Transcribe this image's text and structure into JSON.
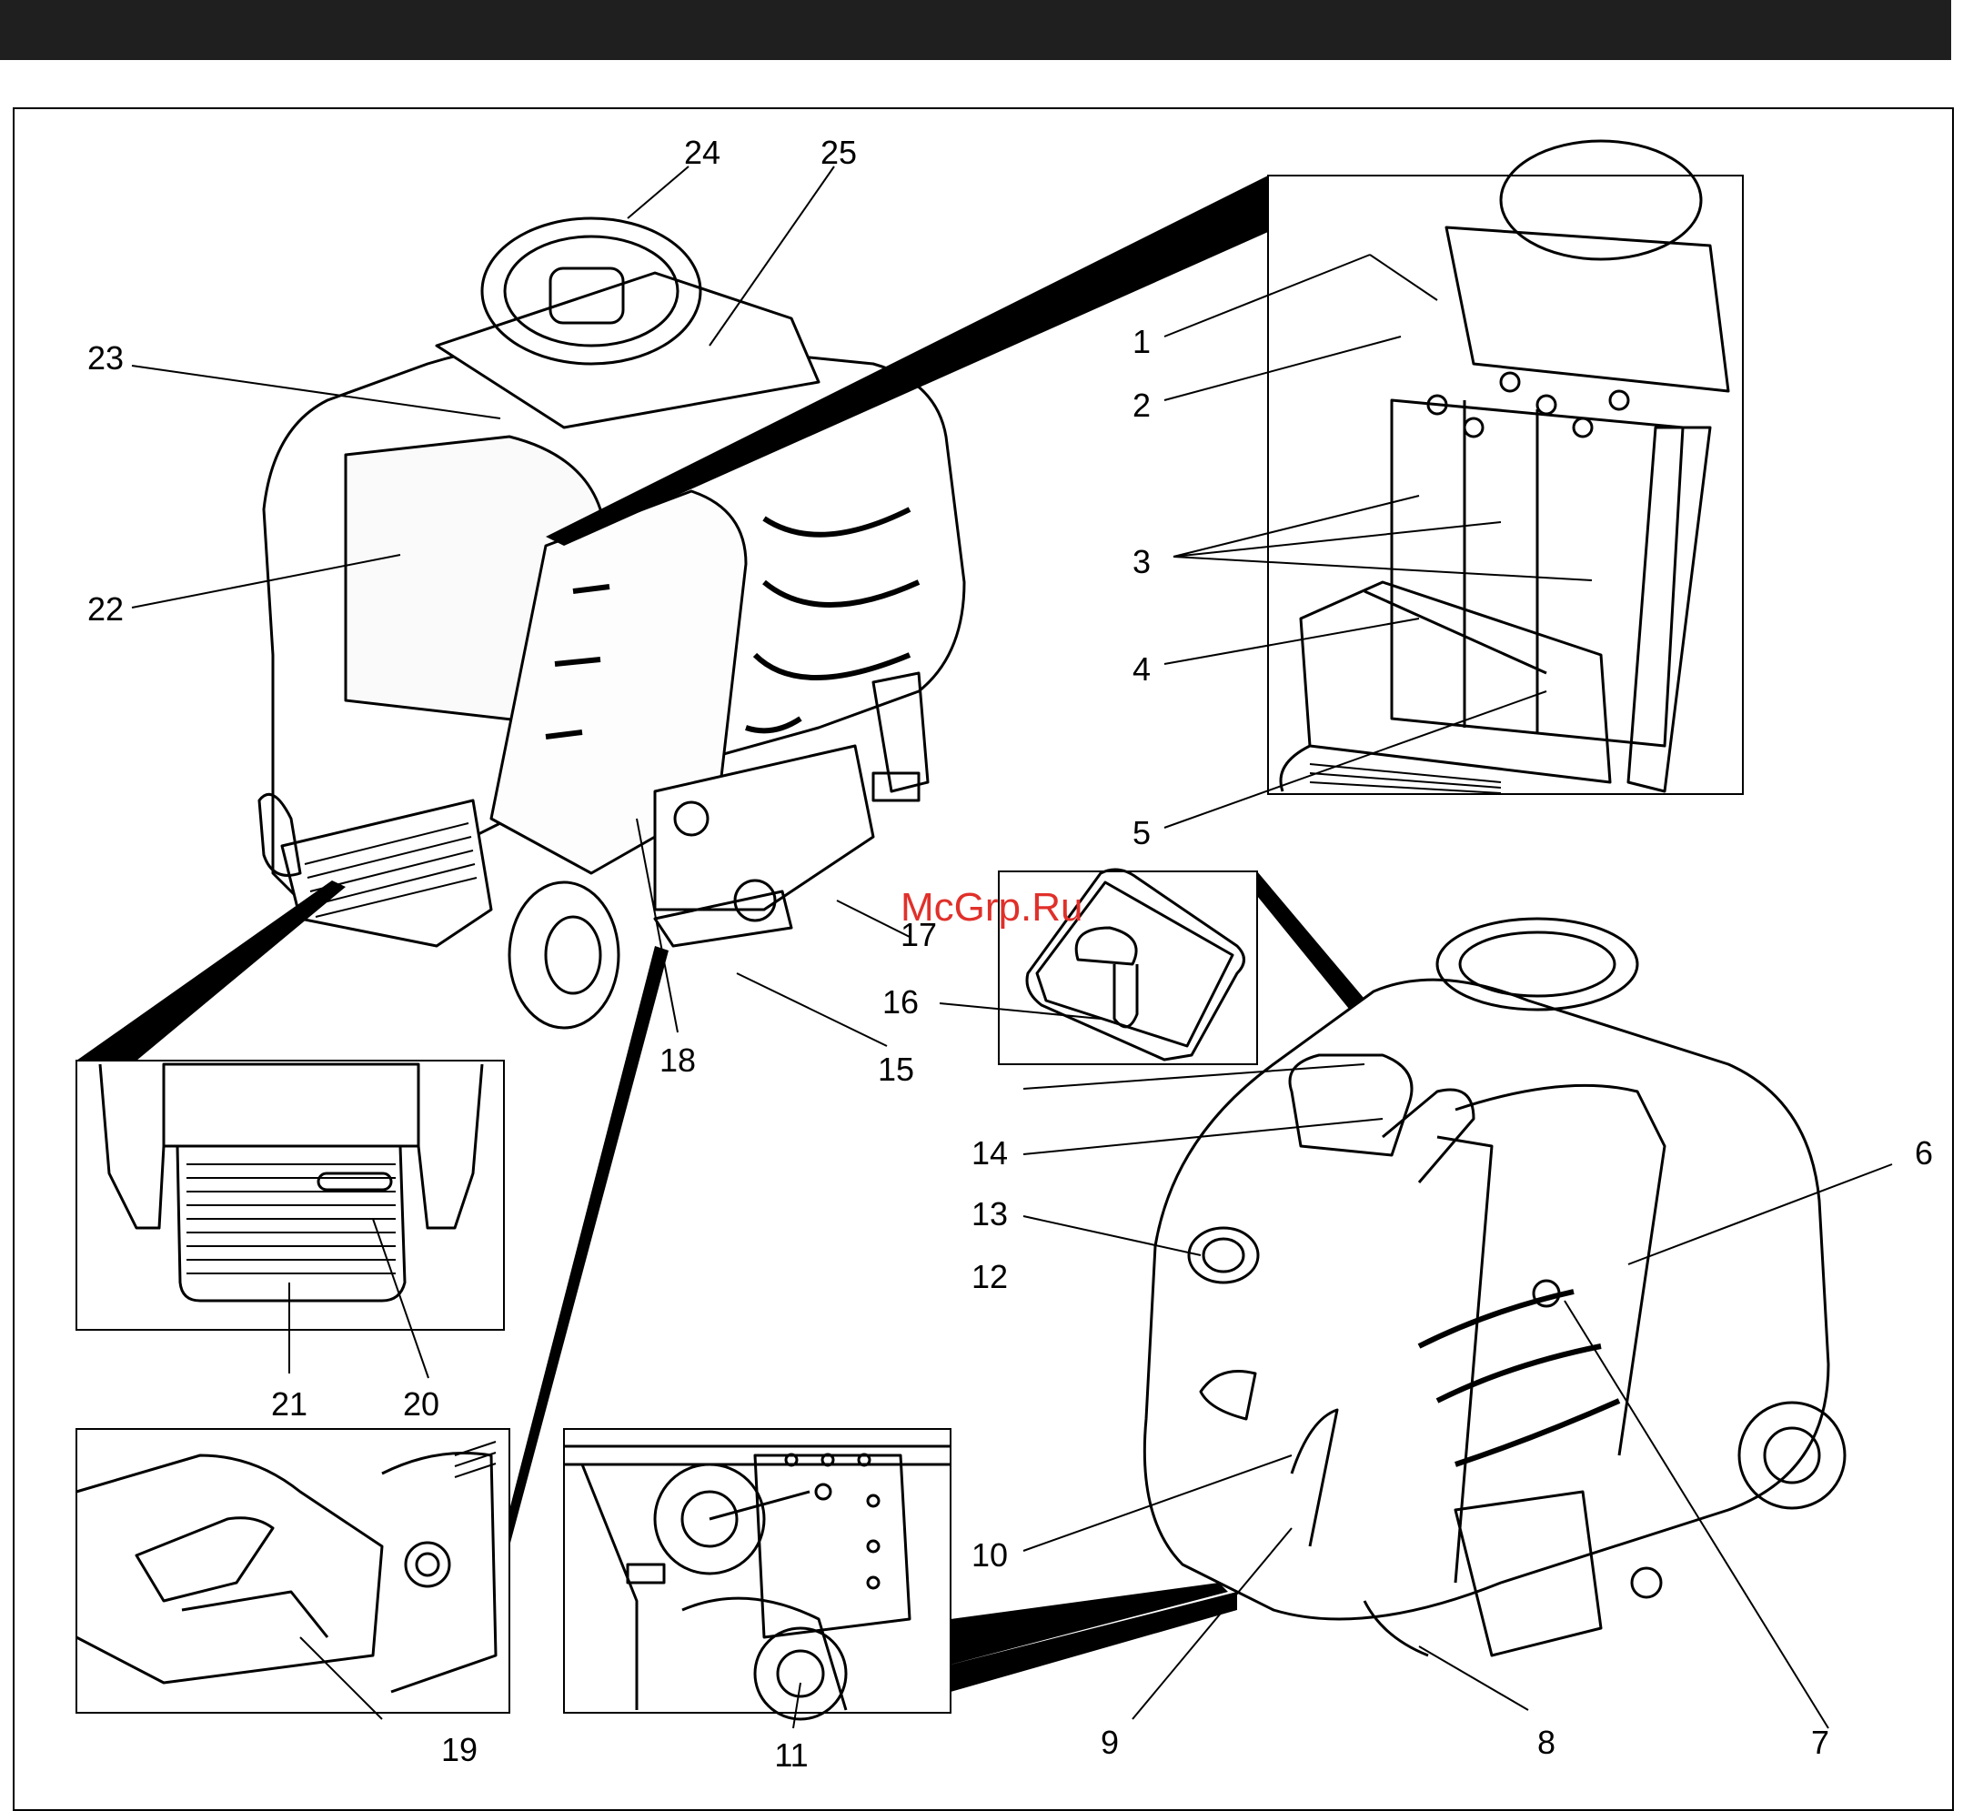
{
  "header_bar_color": "#1f1f1f",
  "watermark": {
    "text": "McGrp.Ru",
    "color": "#e0302a"
  },
  "callouts": [
    {
      "id": "1",
      "text": "1"
    },
    {
      "id": "2",
      "text": "2"
    },
    {
      "id": "3",
      "text": "3"
    },
    {
      "id": "4",
      "text": "4"
    },
    {
      "id": "5",
      "text": "5"
    },
    {
      "id": "6",
      "text": "6"
    },
    {
      "id": "7",
      "text": "7"
    },
    {
      "id": "8",
      "text": "8"
    },
    {
      "id": "9",
      "text": "9"
    },
    {
      "id": "10",
      "text": "10"
    },
    {
      "id": "11",
      "text": "11"
    },
    {
      "id": "12",
      "text": "12"
    },
    {
      "id": "13",
      "text": "13"
    },
    {
      "id": "14",
      "text": "14"
    },
    {
      "id": "15",
      "text": "15"
    },
    {
      "id": "16",
      "text": "16"
    },
    {
      "id": "17",
      "text": "17"
    },
    {
      "id": "18",
      "text": "18"
    },
    {
      "id": "19",
      "text": "19"
    },
    {
      "id": "20",
      "text": "20"
    },
    {
      "id": "21",
      "text": "21"
    },
    {
      "id": "22",
      "text": "22"
    },
    {
      "id": "23",
      "text": "23"
    },
    {
      "id": "24",
      "text": "24"
    },
    {
      "id": "25",
      "text": "25"
    }
  ]
}
